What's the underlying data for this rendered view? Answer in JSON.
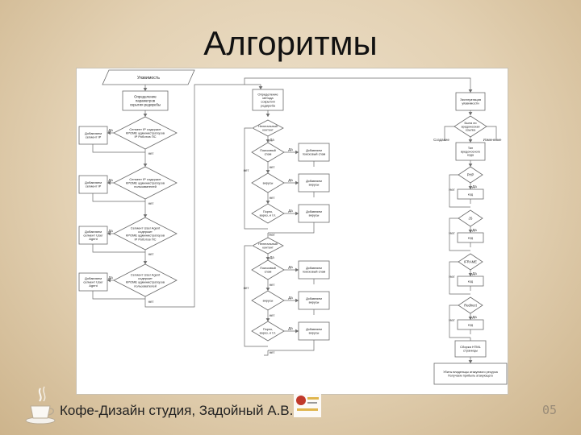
{
  "slide": {
    "title": "Алгоритмы",
    "footer": "Кофе-Дизайн студия, Задойный А.В.",
    "page_number": "05"
  },
  "flowchart": {
    "start": "Уязвимость",
    "col1": {
      "top": [
        "Определение",
        "параметров",
        "скрытия редиребы"
      ],
      "decisions": [
        [
          "Сегмент IP содержит",
          "КРОМЕ администраторов",
          "IP Роботов ПС"
        ],
        [
          "Сегмент IP содержит",
          "КРОМЕ администраторов",
          "пользователей"
        ],
        [
          "Сегмент User Agent",
          "содержит",
          "КРОМЕ администраторов",
          "IP Роботов ПС"
        ],
        [
          "Сегмент User Agent",
          "содержит",
          "КРОМЕ администраторов",
          "пользователей"
        ]
      ],
      "actions": [
        [
          "Добавляем",
          "сегмент IP"
        ],
        [
          "Добавляем",
          "сегмент IP"
        ],
        [
          "Добавляем",
          "сегмент User",
          "Agent"
        ],
        [
          "Добавляем",
          "сегмент User",
          "Agent"
        ]
      ]
    },
    "col2": {
      "top": [
        "Определение",
        "метода",
        "сокрытия",
        "редиреба"
      ],
      "group_label": [
        "Нелегальный",
        "контент"
      ],
      "decisions": [
        [
          "Поисковый",
          "спам"
        ],
        [
          "вирусы"
        ],
        [
          "Порно,",
          "варез, и т.п."
        ]
      ],
      "actions": [
        [
          "Добавляем",
          "поисковый спам"
        ],
        [
          "Добавляем",
          "вирусы"
        ],
        [
          "Добавляем",
          "вирусы"
        ]
      ]
    },
    "col3": {
      "top": [
        "Эксплуатация",
        "уязвимости"
      ],
      "checks": [
        [
          "Была ли",
          "вредоносная",
          "ссылка"
        ],
        [
          "Тип",
          "вредоносного",
          "кода"
        ]
      ],
      "steps": [
        "PHP",
        "JS",
        "IFRAME",
        "Redirect"
      ],
      "code_box": "код",
      "final": [
        "Сборка HTML",
        "страницы"
      ],
      "end": [
        "Убиты владельцы атакуемого ресурса",
        "Получаем прибыль атакующего"
      ],
      "side_labels": [
        "Создание",
        "Изменение"
      ]
    },
    "labels": {
      "yes": "Да",
      "no": "нет",
      "no_cap": "Нет"
    }
  }
}
